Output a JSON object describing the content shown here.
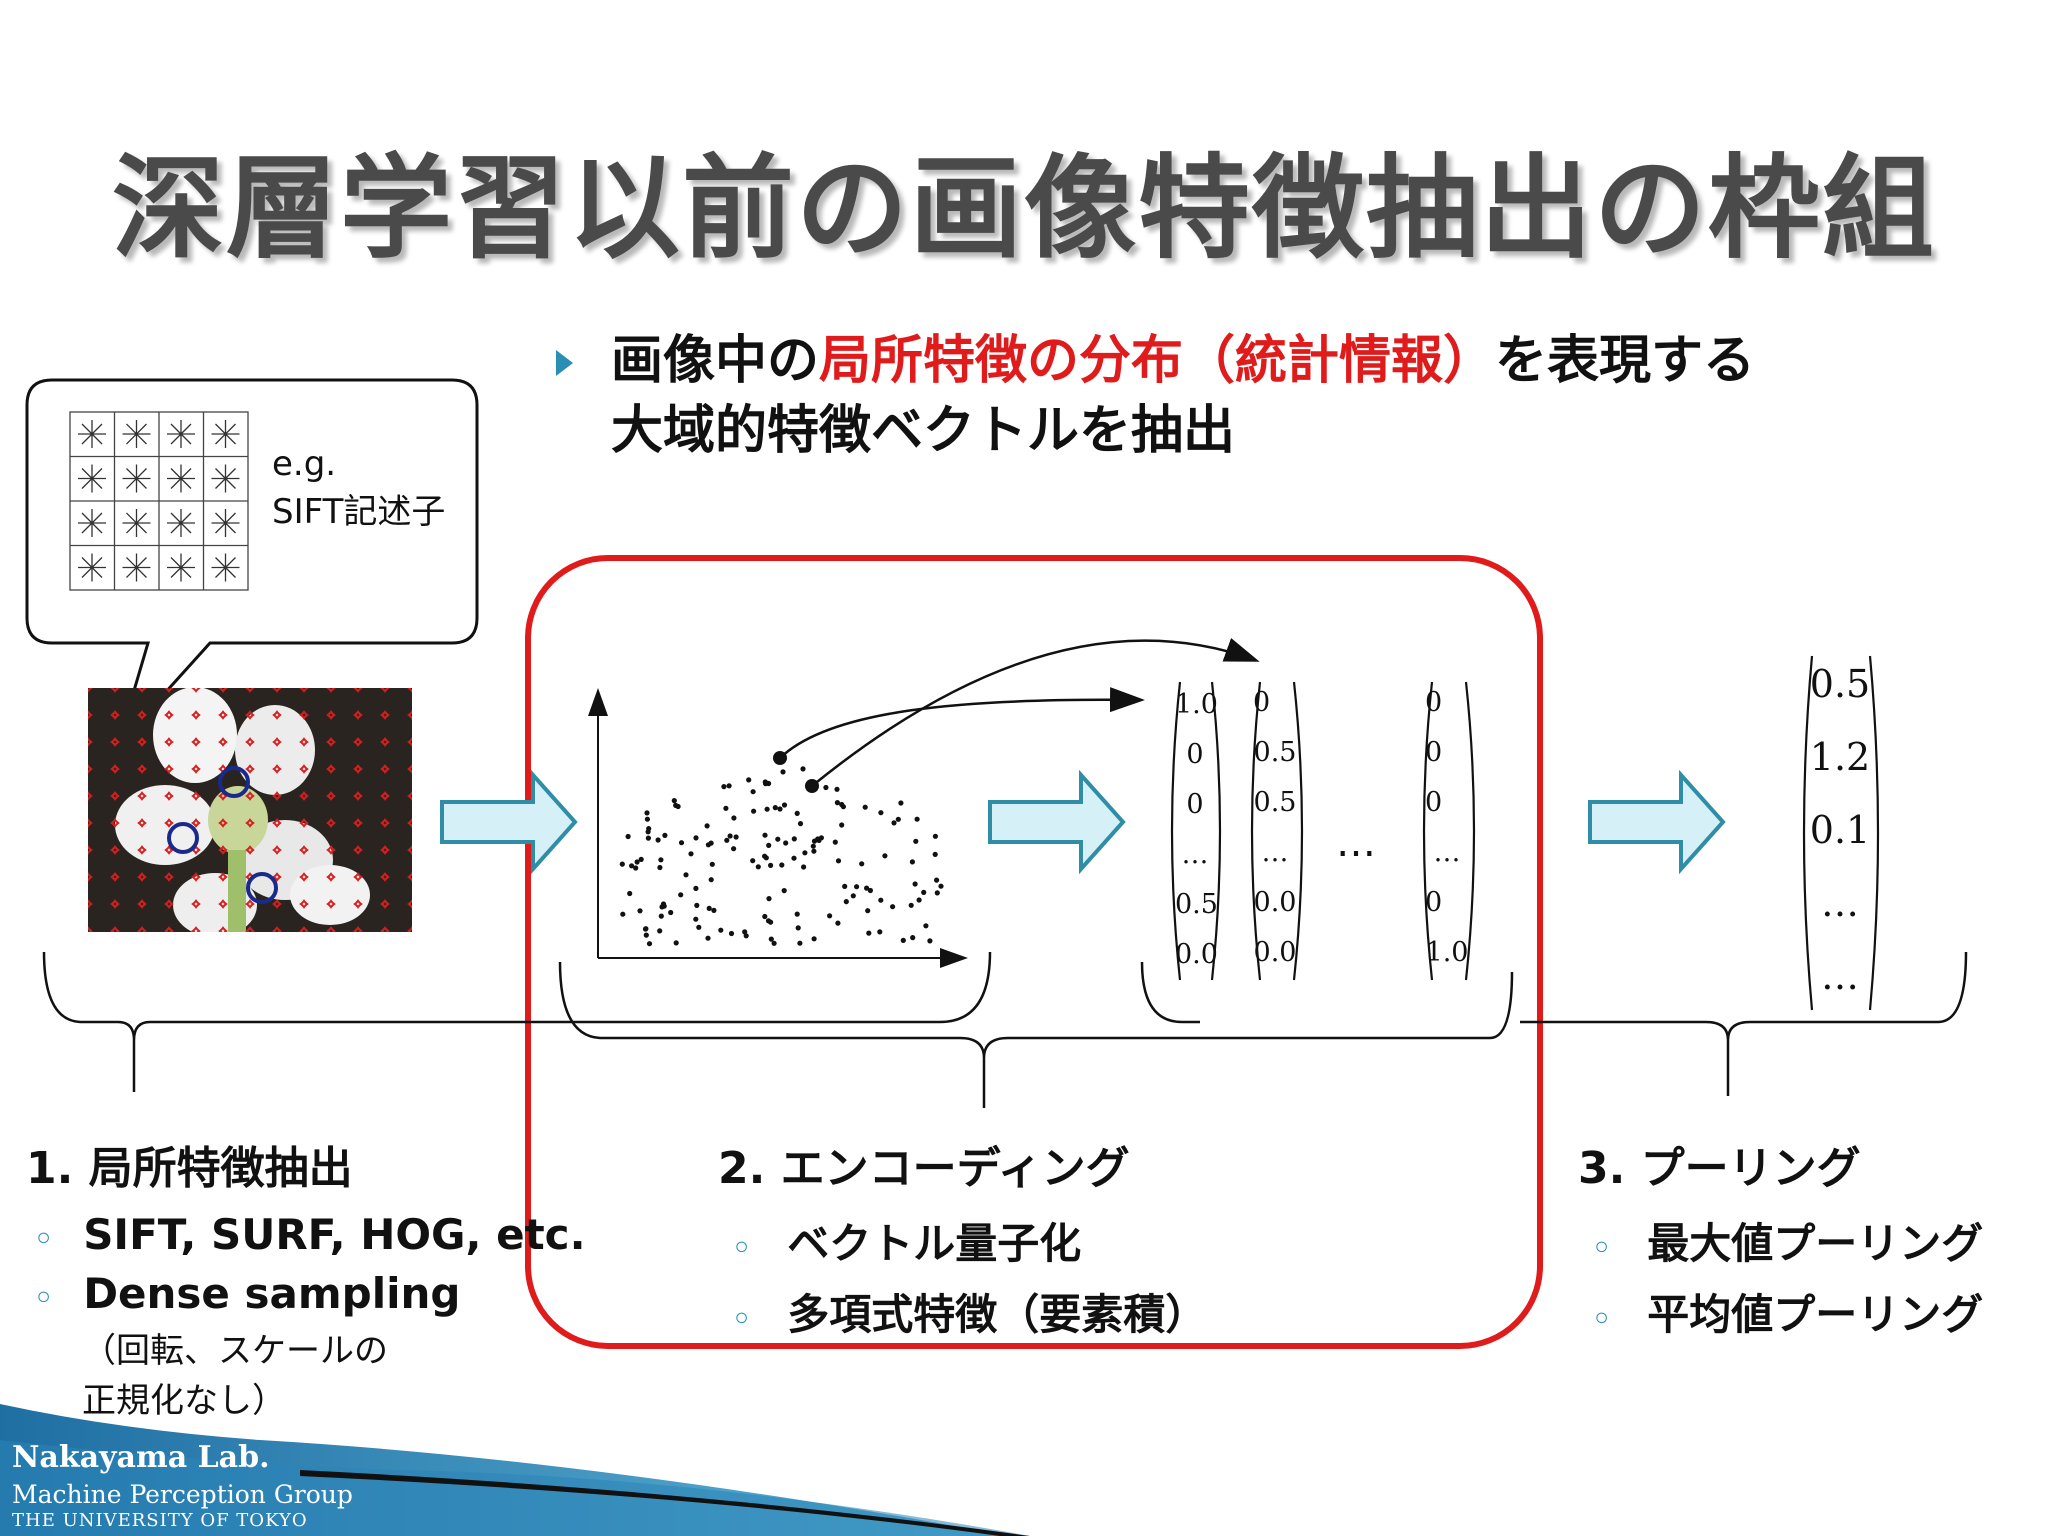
{
  "title": "深層学習以前の画像特徴抽出の枠組",
  "headline": {
    "line1_pre": "画像中の",
    "line1_highlight": "局所特徴の分布（統計情報）",
    "line1_post": "を表現する",
    "line2": "大域的特徴ベクトルを抽出"
  },
  "bubble": {
    "line1": "e.g.",
    "line2": "SIFT記述子"
  },
  "encoding_vectors": [
    [
      "1.0",
      "0",
      "0",
      "…",
      "0.5",
      "0.0"
    ],
    [
      "0",
      "0.5",
      "0.5",
      "…",
      "0.0",
      "0.0"
    ],
    [
      "0",
      "0",
      "0",
      "…",
      "0",
      "1.0"
    ]
  ],
  "vectors_ellipsis": "…",
  "pooled_vector": [
    "0.5",
    "1.2",
    "0.1",
    "…",
    "…"
  ],
  "sections": [
    {
      "title": "1. 局所特徴抽出",
      "items": [
        "SIFT, SURF, HOG, etc.",
        "Dense sampling"
      ],
      "note": [
        "（回転、スケールの",
        "正規化なし）"
      ]
    },
    {
      "title": "2. エンコーディング",
      "items": [
        "ベクトル量子化",
        "多項式特徴（要素積）"
      ]
    },
    {
      "title": "3. プーリング",
      "items": [
        "最大値プーリング",
        "平均値プーリング"
      ]
    }
  ],
  "bullet_glyph": "◦",
  "logo": {
    "name": "Nakayama Lab.",
    "group": "Machine Perception Group",
    "university": "THE UNIVERSITY OF TOKYO"
  },
  "colors": {
    "highlight": "#e01b1b",
    "accent": "#2a8fb5",
    "title": "#4a4a4a",
    "arrow_fill": "#d6f0f7",
    "arrow_stroke": "#2f8ea6"
  }
}
